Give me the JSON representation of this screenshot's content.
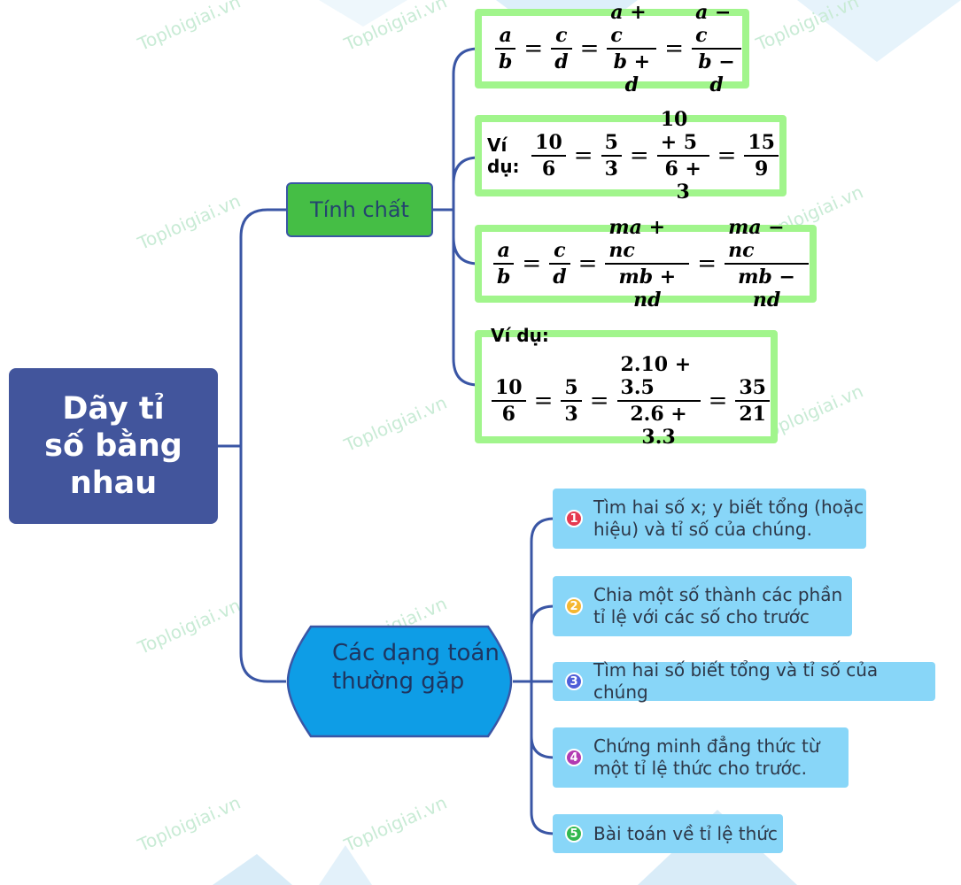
{
  "root": {
    "label": "Dãy tỉ số bằng nhau"
  },
  "branch_property": {
    "label": "Tính chất"
  },
  "branch_types": {
    "label": "Các dạng toán thường gặp"
  },
  "formula1": {
    "f1": {
      "n": "a",
      "d": "b"
    },
    "f2": {
      "n": "c",
      "d": "d"
    },
    "f3": {
      "n": "a + c",
      "d": "b + d"
    },
    "f4": {
      "n": "a − c",
      "d": "b − d"
    }
  },
  "example1": {
    "label": "Ví dụ:",
    "f1": {
      "n": "10",
      "d": "6"
    },
    "f2": {
      "n": "5",
      "d": "3"
    },
    "f3": {
      "n": "10 + 5",
      "d": "6 + 3"
    },
    "f4": {
      "n": "15",
      "d": "9"
    }
  },
  "formula2": {
    "f1": {
      "n": "a",
      "d": "b"
    },
    "f2": {
      "n": "c",
      "d": "d"
    },
    "f3": {
      "n": "ma + nc",
      "d": "mb + nd"
    },
    "f4": {
      "n": "ma − nc",
      "d": "mb − nd"
    }
  },
  "example2": {
    "label": "Ví dụ:",
    "f1": {
      "n": "10",
      "d": "6"
    },
    "f2": {
      "n": "5",
      "d": "3"
    },
    "f3": {
      "n": "2.10 + 3.5",
      "d": "2.6 + 3.3"
    },
    "f4": {
      "n": "35",
      "d": "21"
    }
  },
  "types": [
    {
      "num": "1",
      "text": "Tìm hai số x; y biết tổng (hoặc hiệu) và tỉ số của chúng.",
      "color": "#e53950"
    },
    {
      "num": "2",
      "text": "Chia một số thành các phần tỉ lệ với các số cho trước",
      "color": "#f5b731"
    },
    {
      "num": "3",
      "text": "Tìm hai số biết tổng và tỉ số của chúng",
      "color": "#4f5fd8"
    },
    {
      "num": "4",
      "text": "Chứng minh đẳng thức từ một tỉ lệ thức cho trước.",
      "color": "#b23ab2"
    },
    {
      "num": "5",
      "text": "Bài toán về tỉ lệ thức",
      "color": "#32b84f"
    }
  ],
  "watermark": "Toploigiai.vn",
  "colors": {
    "root_bg": "#42559c",
    "property_bg": "#45be45",
    "types_bg": "#0e9de6",
    "formula_border": "#a1f58c",
    "item_bg": "#88d6f8",
    "line": "#3a56a5"
  }
}
